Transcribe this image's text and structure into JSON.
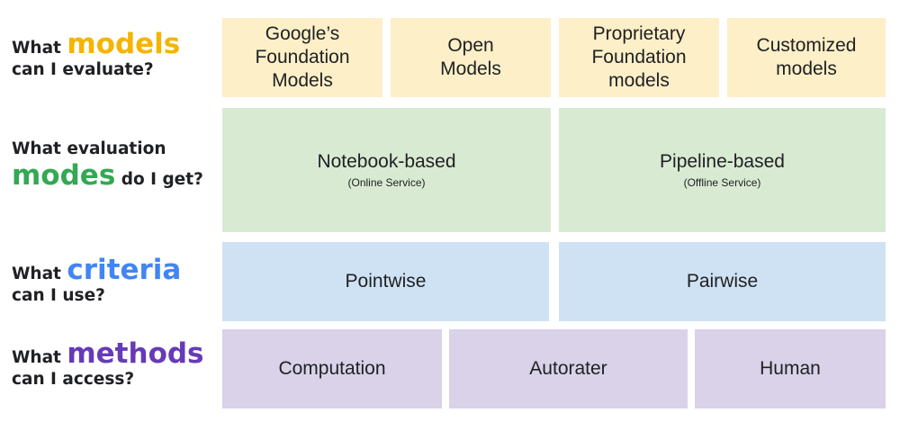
{
  "colors": {
    "models": "#f4b400",
    "modes": "#34a853",
    "criteria": "#4285f4",
    "methods": "#673ab7",
    "row_models_bg": "#fdefc7",
    "row_modes_bg": "#d9ead3",
    "row_criteria_bg": "#cfe2f3",
    "row_methods_bg": "#d9d2e9"
  },
  "questions": {
    "models": {
      "pre": "What ",
      "key": "models",
      "post": "can I evaluate?"
    },
    "modes": {
      "pre": "What evaluation",
      "key": "modes",
      "post": " do I get?"
    },
    "criteria": {
      "pre": "What ",
      "key": "criteria",
      "post": "can I use?"
    },
    "methods": {
      "pre": "What ",
      "key": "methods",
      "post": "can I access?"
    }
  },
  "models": [
    {
      "lines": [
        "Google’s",
        "Foundation",
        "Models"
      ]
    },
    {
      "lines": [
        "Open",
        "Models"
      ]
    },
    {
      "lines": [
        "Proprietary",
        "Foundation",
        "models"
      ]
    },
    {
      "lines": [
        "Customized",
        "models"
      ]
    }
  ],
  "modes": [
    {
      "label": "Notebook-based",
      "sub": "(Online Service)"
    },
    {
      "label": "Pipeline-based",
      "sub": "(Offline Service)"
    }
  ],
  "criteria": [
    {
      "label": "Pointwise"
    },
    {
      "label": "Pairwise"
    }
  ],
  "methods": [
    {
      "label": "Computation"
    },
    {
      "label": "Autorater"
    },
    {
      "label": "Human"
    }
  ]
}
